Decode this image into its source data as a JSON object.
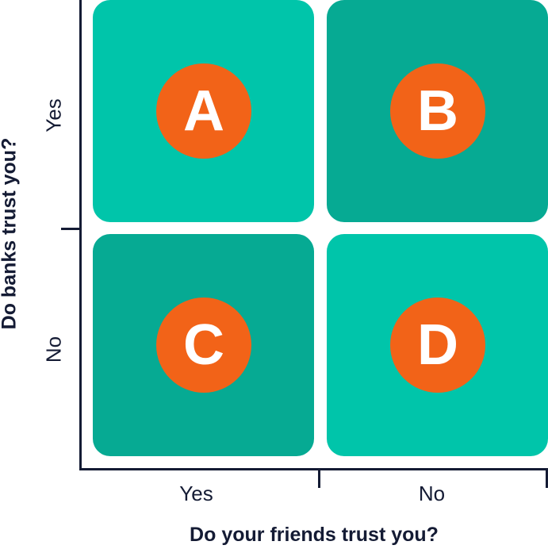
{
  "x_axis": {
    "title": "Do your friends trust you?",
    "labels": [
      "Yes",
      "No"
    ]
  },
  "y_axis": {
    "title": "Do banks trust you?",
    "labels": [
      "Yes",
      "No"
    ]
  },
  "quadrants": [
    {
      "letter": "A",
      "shade": "light"
    },
    {
      "letter": "B",
      "shade": "dark"
    },
    {
      "letter": "C",
      "shade": "dark"
    },
    {
      "letter": "D",
      "shade": "light"
    }
  ],
  "colors": {
    "light": "#00c5aa",
    "dark": "#06aa93",
    "badge": "#f26318",
    "axis": "#141b34"
  }
}
